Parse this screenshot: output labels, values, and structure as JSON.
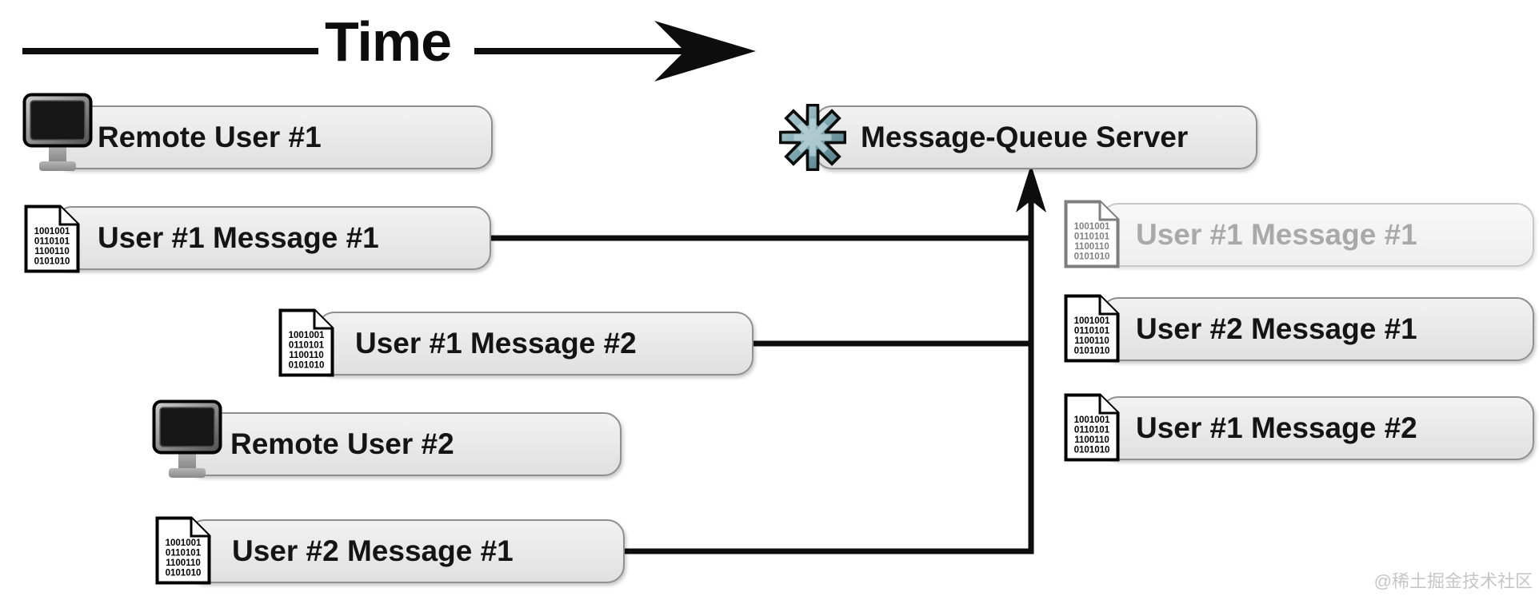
{
  "timeline": {
    "label": "Time"
  },
  "binary_doc_lines": [
    "1001001",
    "0110101",
    "1100110",
    "0101010"
  ],
  "server": {
    "label": "Message-Queue Server",
    "icon": "asterisk-icon"
  },
  "left_nodes": [
    {
      "id": "remote-user-1",
      "label": "Remote User #1",
      "icon": "monitor-icon"
    },
    {
      "id": "user1-message-1",
      "label": "User #1 Message #1",
      "icon": "binary-document-icon"
    },
    {
      "id": "user1-message-2",
      "label": "User #1 Message #2",
      "icon": "binary-document-icon"
    },
    {
      "id": "remote-user-2",
      "label": "Remote User #2",
      "icon": "monitor-icon"
    },
    {
      "id": "user2-message-1",
      "label": "User #2 Message #1",
      "icon": "binary-document-icon"
    }
  ],
  "queue_nodes": [
    {
      "id": "queued-user1-message-1",
      "label": "User #1 Message #1",
      "state": "faded",
      "icon": "binary-document-icon"
    },
    {
      "id": "queued-user2-message-1",
      "label": "User #2 Message #1",
      "state": "normal",
      "icon": "binary-document-icon"
    },
    {
      "id": "queued-user1-message-2",
      "label": "User #1 Message #2",
      "state": "normal",
      "icon": "binary-document-icon"
    }
  ],
  "watermark": "@稀土掘金技术社区",
  "colors": {
    "box_fill": "#e8e8e8",
    "box_border": "#8f8f8f",
    "line": "#0d0d0d",
    "server_icon_teal": "#6f98a2",
    "faded_text": "#9a9a9a"
  }
}
